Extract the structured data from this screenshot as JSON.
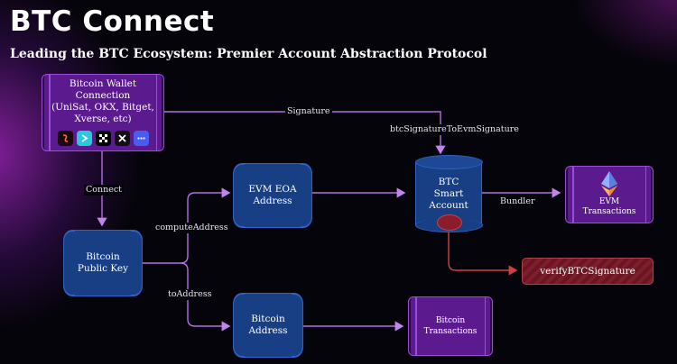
{
  "header": {
    "title": "BTC Connect",
    "subtitle": "Leading the BTC Ecosystem: Premier Account Abstraction Protocol"
  },
  "nodes": {
    "wallet": {
      "line1": "Bitcoin Wallet",
      "line2": "Connection",
      "line3": "(UniSat, OKX, Bitget,",
      "line4": "Xverse, etc)",
      "icons": [
        "unisat-icon",
        "bitget-icon",
        "okx-icon",
        "xverse-icon",
        "more-icon"
      ]
    },
    "public_key": {
      "line1": "Bitcoin",
      "line2": "Public Key"
    },
    "evm_eoa": {
      "line1": "EVM EOA",
      "line2": "Address"
    },
    "btc_address": {
      "line1": "Bitcoin",
      "line2": "Address"
    },
    "smart_account": {
      "line1": "BTC",
      "line2": "Smart",
      "line3": "Account"
    },
    "evm_tx": {
      "line1": "EVM",
      "line2": "Transactions",
      "icon": "ethereum-icon"
    },
    "btc_tx": {
      "line1": "Bitcoin",
      "line2": "Transactions"
    },
    "verify": {
      "label": "verifyBTCSignature"
    }
  },
  "edges": {
    "signature": "Signature",
    "convert": "btcSignatureToEvmSignature",
    "connect": "Connect",
    "compute": "computeAddress",
    "to_address": "toAddress",
    "bundler": "Bundler"
  },
  "colors": {
    "purple_node": "#5b1b8e",
    "blue_node": "#183e84",
    "arrow": "#b070e0",
    "red_arrow": "#d04040"
  }
}
